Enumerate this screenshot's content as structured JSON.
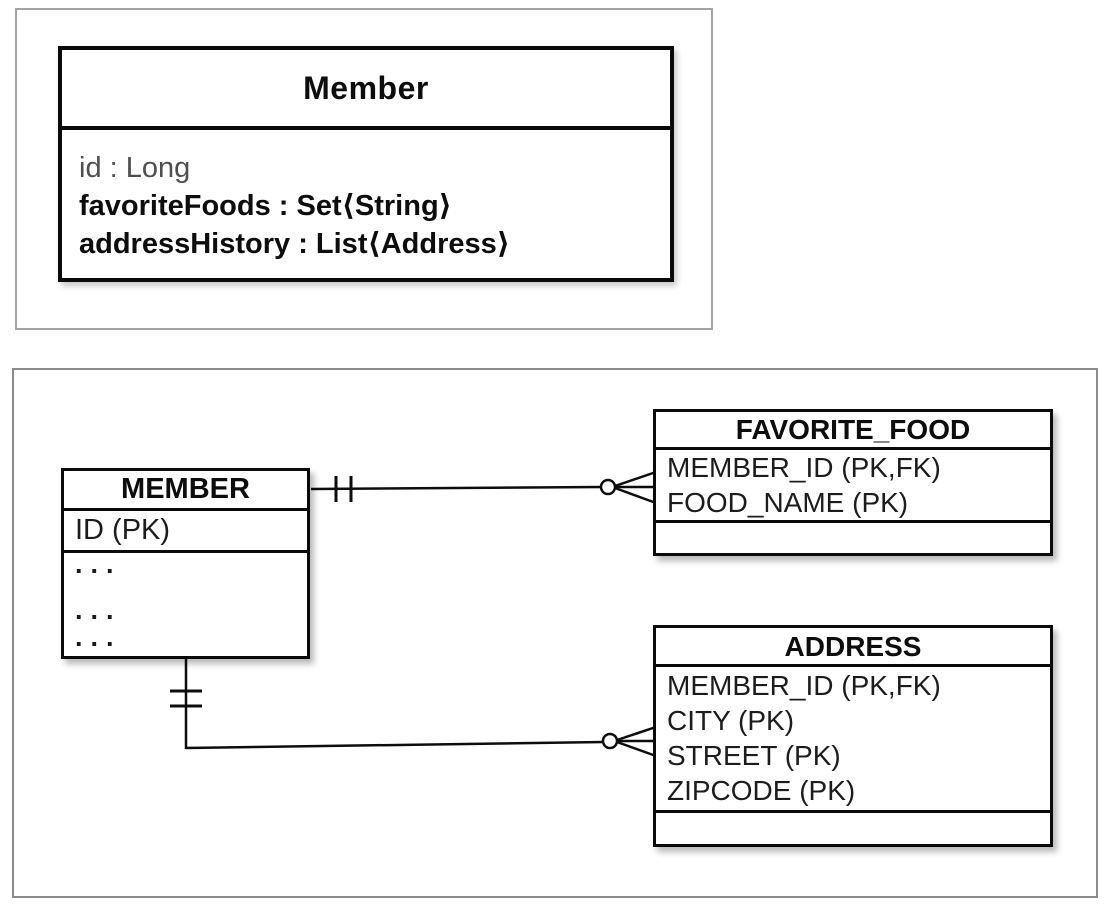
{
  "class_diagram": {
    "class_name": "Member",
    "attributes": [
      {
        "label": "id : Long",
        "style": "muted"
      },
      {
        "label": "favoriteFoods : Set⟨String⟩",
        "style": "bold"
      },
      {
        "label": "addressHistory : List⟨Address⟩",
        "style": "bold"
      }
    ]
  },
  "er_diagram": {
    "tables": {
      "member": {
        "title": "MEMBER",
        "rows": [
          "ID (PK)"
        ],
        "placeholders": [
          "...",
          "...",
          "..."
        ]
      },
      "favorite_food": {
        "title": "FAVORITE_FOOD",
        "rows": [
          "MEMBER_ID (PK,FK)",
          "FOOD_NAME (PK)"
        ]
      },
      "address": {
        "title": "ADDRESS",
        "rows": [
          "MEMBER_ID (PK,FK)",
          "CITY (PK)",
          "STREET (PK)",
          "ZIPCODE (PK)"
        ]
      }
    },
    "relationships": [
      {
        "from": "MEMBER",
        "to": "FAVORITE_FOOD",
        "from_cardinality": "one and only one",
        "to_cardinality": "zero or many"
      },
      {
        "from": "MEMBER",
        "to": "ADDRESS",
        "from_cardinality": "one and only one",
        "to_cardinality": "zero or many"
      }
    ]
  },
  "colors": {
    "ink": "#0d0d0d",
    "muted_text": "#4f4f4f",
    "top_frame_border": "#a3a3a3",
    "bottom_frame_border": "#8c8c8c",
    "box_background": "#ffffff"
  }
}
